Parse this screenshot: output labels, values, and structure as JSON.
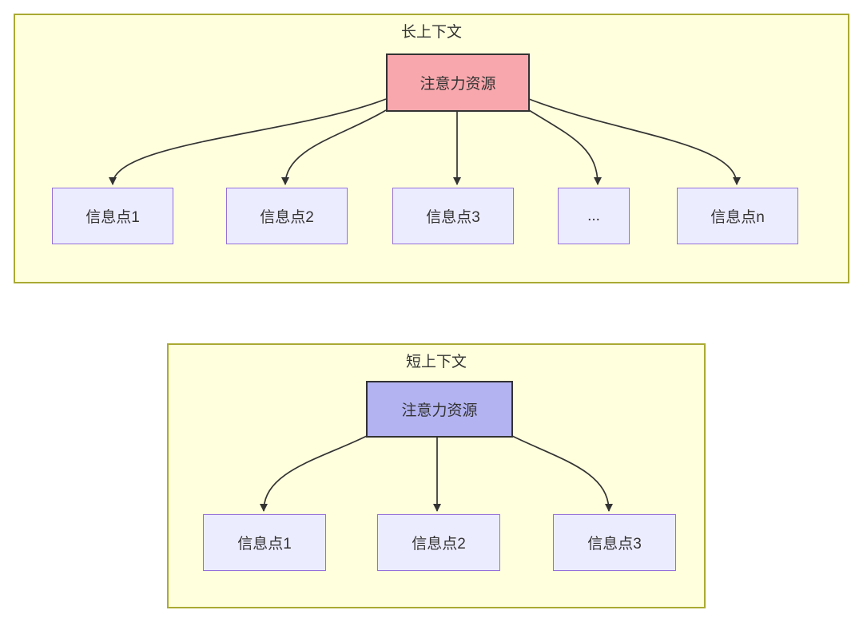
{
  "colors": {
    "page_background": "#ffffff",
    "container_fill": "#ffffde",
    "container_border": "#aaaa33",
    "info_box_fill": "#ececff",
    "info_box_border": "#9370db",
    "long_root_fill": "#f8a8ad",
    "short_root_fill": "#b3b3f1",
    "root_border": "#333333",
    "edge_color": "#333333",
    "text_color": "#333333"
  },
  "long_context": {
    "title": "长上下文",
    "root_label": "注意力资源",
    "nodes": [
      {
        "label": "信息点1"
      },
      {
        "label": "信息点2"
      },
      {
        "label": "信息点3"
      },
      {
        "label": "..."
      },
      {
        "label": "信息点n"
      }
    ]
  },
  "short_context": {
    "title": "短上下文",
    "root_label": "注意力资源",
    "nodes": [
      {
        "label": "信息点1"
      },
      {
        "label": "信息点2"
      },
      {
        "label": "信息点3"
      }
    ]
  }
}
